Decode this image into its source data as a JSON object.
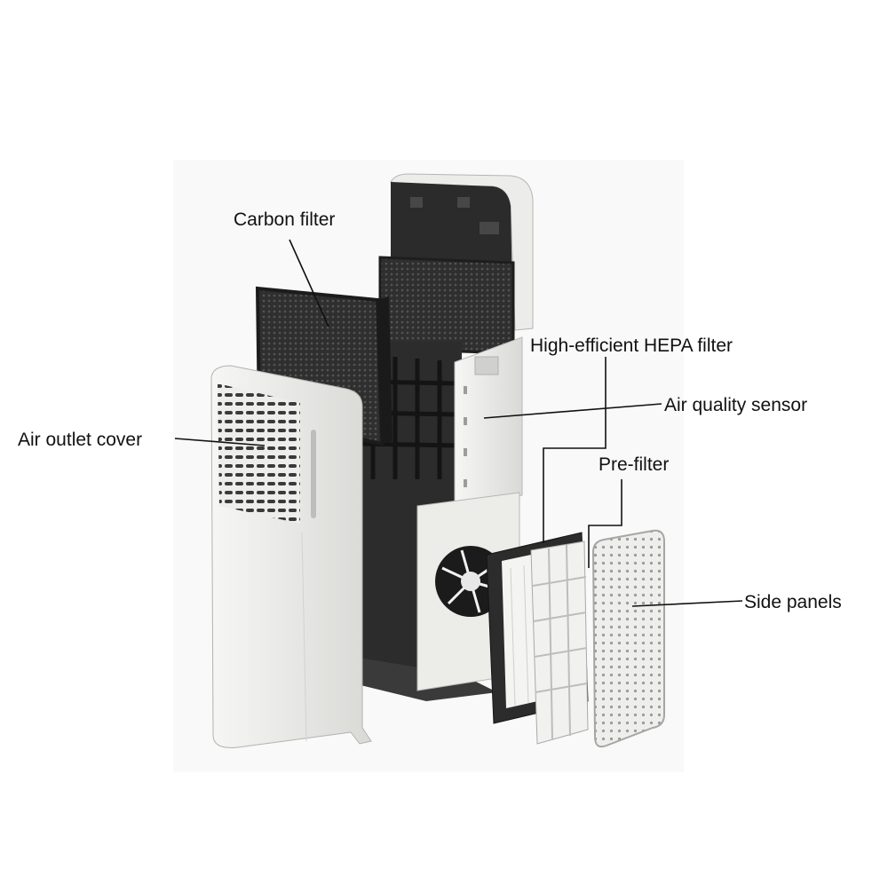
{
  "callouts": {
    "carbon_filter": "Carbon filter",
    "air_outlet_cover": "Air outlet cover",
    "hepa_filter": "High-efficient HEPA filter",
    "air_quality_sensor": "Air quality sensor",
    "pre_filter": "Pre-filter",
    "side_panels": "Side panels"
  },
  "colors": {
    "background": "#ffffff",
    "photo_backdrop": "#f7f7f7",
    "body_white": "#f3f3f1",
    "filter_dark": "#2e2e2e",
    "leader_line": "#111111"
  }
}
